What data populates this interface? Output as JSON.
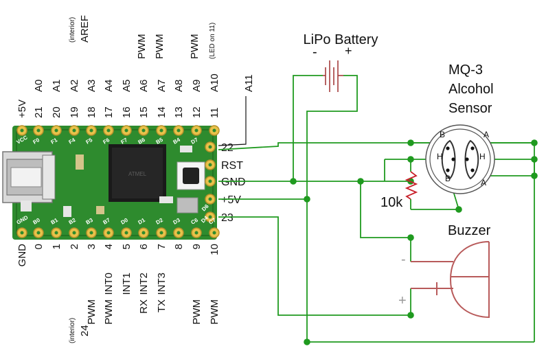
{
  "colors": {
    "wire": "#1f9a1f",
    "node": "#1f9a1f",
    "board": "#2e8b2e",
    "board_dark": "#1b5e1b",
    "pad": "#e8c24a",
    "battery": "#a33a3a",
    "resistor": "#c8202a",
    "buzzer": "#b85a5a",
    "gray_text": "#999999",
    "black_text": "#111111"
  },
  "board": {
    "top_sub_labels": {
      "aref_note": "(interior)",
      "led_note": "(LED on 11)"
    },
    "top_label_aref": "AREF",
    "top_pwm_labels": [
      "PWM",
      "PWM",
      "PWM"
    ],
    "top_analog_labels": [
      "A0",
      "A1",
      "A2",
      "A3",
      "A4",
      "A5",
      "A6",
      "A7",
      "A8",
      "A9",
      "A10"
    ],
    "top_pin_numbers": [
      "+5V",
      "21",
      "20",
      "19",
      "18",
      "17",
      "16",
      "15",
      "14",
      "13",
      "12",
      "11"
    ],
    "a11_label": "A11",
    "bottom_pin_numbers": [
      "GND",
      "0",
      "1",
      "2",
      "3",
      "4",
      "5",
      "6",
      "7",
      "8",
      "9",
      "10"
    ],
    "bottom_func_row1": [
      "INT0",
      "INT1",
      "INT2",
      "INT3"
    ],
    "bottom_func_row2": [
      "PWM",
      "PWM",
      "RX",
      "TX",
      "PWM",
      "PWM"
    ],
    "bottom_interior_note": "(interior)",
    "bottom_interior_num": "24",
    "silk_top": [
      "VCC",
      "F0",
      "F1",
      "F4",
      "F5",
      "F6",
      "F7",
      "B6",
      "B5",
      "B4",
      "D7"
    ],
    "silk_bottom": [
      "GND",
      "B0",
      "B1",
      "B2",
      "B3",
      "B7",
      "D0",
      "D1",
      "D2",
      "D3",
      "C6",
      "C7"
    ],
    "silk_right": [
      "D6",
      "D4"
    ],
    "side_pins": [
      "22",
      "RST",
      "GND",
      "+5V",
      "23"
    ]
  },
  "battery": {
    "title": "LiPo Battery",
    "minus": "-",
    "plus": "+"
  },
  "sensor": {
    "title_lines": [
      "MQ-3",
      "Alcohol",
      "Sensor"
    ],
    "pins": [
      "B",
      "A",
      "H",
      "H",
      "B",
      "A"
    ]
  },
  "resistor": {
    "label": "10k"
  },
  "buzzer": {
    "title": "Buzzer",
    "minus": "-",
    "plus": "+"
  }
}
